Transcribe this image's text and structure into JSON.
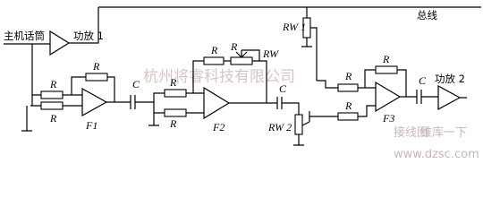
{
  "labels": {
    "mic": "主机话筒",
    "amp1": "功放 1",
    "bus": "总线",
    "amp2": "功放 2",
    "rw1": "RW 1",
    "rw2": "RW 2",
    "rw": "RW",
    "f1": "F1",
    "f2": "F2",
    "f3": "F3",
    "r": "R",
    "c": "C"
  },
  "watermark": {
    "company": "杭州将睿科技有限公司",
    "site_text": "维库一下",
    "site_url": "www.dzsc.com",
    "stamp": "接线图"
  }
}
